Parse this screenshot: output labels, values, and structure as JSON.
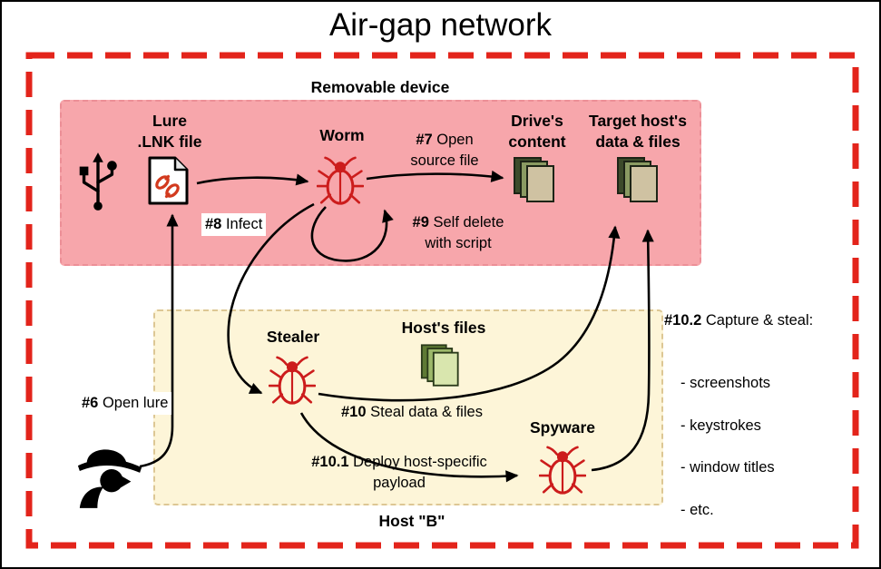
{
  "title": "Air-gap network",
  "colors": {
    "red": "#e3241b",
    "pink-bg": "#f7a6ab",
    "pink-border": "#ec8f97",
    "cream-bg": "#fdf5d8",
    "cream-border": "#ddc794",
    "bug-red": "#cc1c1c",
    "arrow": "#000000"
  },
  "regions": {
    "removable_device": "Removable device",
    "host_b": "Host \"B\""
  },
  "nodes": {
    "usb": {
      "icon": "usb-icon"
    },
    "lure": {
      "label": "Lure\n.LNK file",
      "icon": "broken-link-document-icon"
    },
    "worm": {
      "label": "Worm",
      "icon": "bug-icon"
    },
    "drives_content": {
      "label": "Drive's\ncontent",
      "icon": "file-stack-icon"
    },
    "target_host": {
      "label": "Target host's\ndata & files",
      "icon": "file-stack-icon"
    },
    "stealer": {
      "label": "Stealer",
      "icon": "bug-icon"
    },
    "hosts_files": {
      "label": "Host's files",
      "icon": "file-stack-icon"
    },
    "spyware": {
      "label": "Spyware",
      "icon": "bug-icon"
    },
    "user": {
      "icon": "worker-silhouette-icon"
    }
  },
  "steps": {
    "s6": {
      "num": "#6",
      "text": " Open lure"
    },
    "s7": {
      "num": "#7",
      "text": " Open\nsource file"
    },
    "s8": {
      "num": "#8",
      "text": " Infect"
    },
    "s9": {
      "num": "#9",
      "text": " Self delete\nwith script"
    },
    "s10": {
      "num": "#10",
      "text": " Steal data & files"
    },
    "s10_1": {
      "num": "#10.1",
      "text": " Deploy host-specific\npayload"
    },
    "s10_2": {
      "num": "#10.2",
      "text": " Capture & steal:",
      "items": [
        "- screenshots",
        "- keystrokes",
        "- window titles",
        "- etc."
      ]
    }
  }
}
